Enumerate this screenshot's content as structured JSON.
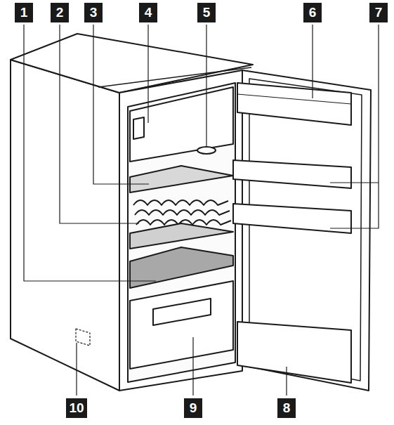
{
  "diagram": {
    "labels": [
      "1",
      "2",
      "3",
      "4",
      "5",
      "6",
      "7",
      "10",
      "9",
      "8"
    ]
  }
}
